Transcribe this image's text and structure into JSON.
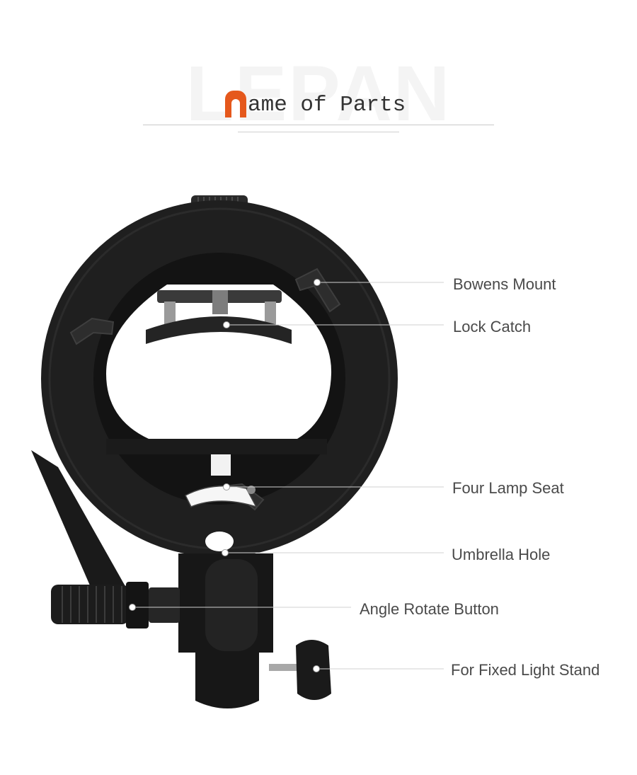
{
  "header": {
    "watermark": "LEPAN",
    "title_initial": "N",
    "title_rest": "ame of Parts"
  },
  "colors": {
    "accent": "#e5581c",
    "body": "#1e1e1e",
    "leader": "#cfcfcf",
    "label": "#4a4a4a"
  },
  "callouts": [
    {
      "id": "bowens-mount",
      "label": "Bowens Mount"
    },
    {
      "id": "lock-catch",
      "label": "Lock Catch"
    },
    {
      "id": "four-lamp-seat",
      "label": "Four Lamp Seat"
    },
    {
      "id": "umbrella-hole",
      "label": "Umbrella Hole"
    },
    {
      "id": "angle-rotate-button",
      "label": "Angle Rotate Button"
    },
    {
      "id": "fixed-light-stand",
      "label": "For Fixed Light Stand"
    }
  ]
}
